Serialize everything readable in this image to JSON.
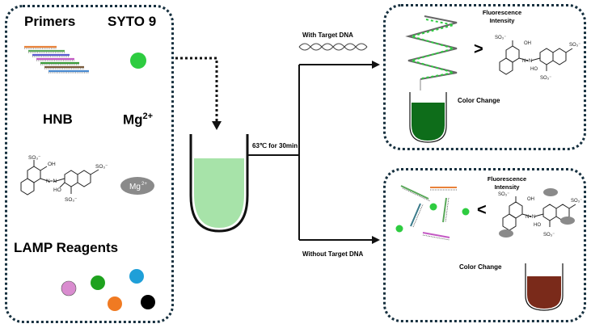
{
  "reagents": {
    "primers": "Primers",
    "syto9": "SYTO 9",
    "hnb": "HNB",
    "mg_label": "Mg",
    "mg_sup": "2+",
    "lamp": "LAMP Reagents",
    "mg_badge": "Mg",
    "mg_badge_sup": "2+"
  },
  "process": {
    "incubation": "63℃ for 30min",
    "with_target": "With Target DNA",
    "without_target": "Without Target DNA"
  },
  "positive": {
    "fluorescence": "Fluorescence Intensity",
    "comparator": ">",
    "color_change": "Color Change"
  },
  "negative": {
    "fluorescence": "Fluorescence Intensity",
    "comparator": "<",
    "color_change": "Color Change"
  },
  "colors": {
    "syto9": "#2ecc40",
    "reaction_mix": "#a7e3a9",
    "positive_tube": "#0e6d1a",
    "negative_tube": "#7a2a1a",
    "border": "#16303f",
    "reagent_pink": "#d98ccf",
    "reagent_green": "#1ea21e",
    "reagent_blue": "#1f9fd8",
    "reagent_orange": "#f07a22",
    "reagent_black": "#000000"
  }
}
